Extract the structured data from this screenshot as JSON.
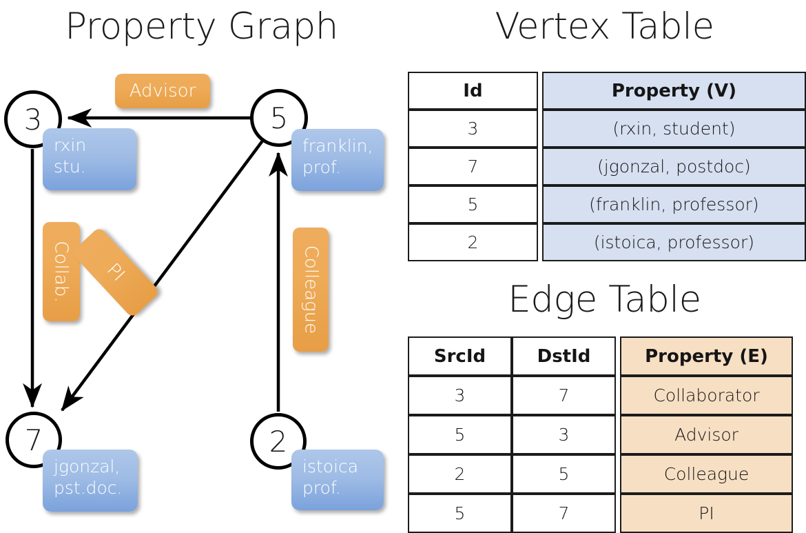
{
  "titles": {
    "property_graph": "Property Graph",
    "vertex_table": "Vertex Table",
    "edge_table": "Edge Table"
  },
  "graph": {
    "nodes": [
      {
        "id": "3",
        "property_label": "rxin\nstu."
      },
      {
        "id": "5",
        "property_label": "franklin,\nprof."
      },
      {
        "id": "7",
        "property_label": "jgonzal,\npst.doc."
      },
      {
        "id": "2",
        "property_label": "istoica\nprof."
      }
    ],
    "edge_labels": [
      {
        "name": "advisor",
        "text": "Advisor",
        "from": "5",
        "to": "3"
      },
      {
        "name": "collab",
        "text": "Collab.",
        "from": "3",
        "to": "7"
      },
      {
        "name": "pi",
        "text": "PI",
        "from": "5",
        "to": "7"
      },
      {
        "name": "colleague",
        "text": "Colleague",
        "from": "2",
        "to": "5"
      }
    ]
  },
  "vertex_table": {
    "headers": [
      "Id",
      "Property (V)"
    ],
    "rows": [
      [
        "3",
        "(rxin, student)"
      ],
      [
        "7",
        "(jgonzal, postdoc)"
      ],
      [
        "5",
        "(franklin, professor)"
      ],
      [
        "2",
        "(istoica, professor)"
      ]
    ]
  },
  "edge_table": {
    "headers": [
      "SrcId",
      "DstId",
      "Property (E)"
    ],
    "rows": [
      [
        "3",
        "7",
        "Collaborator"
      ],
      [
        "5",
        "3",
        "Advisor"
      ],
      [
        "2",
        "5",
        "Colleague"
      ],
      [
        "5",
        "7",
        "PI"
      ]
    ]
  },
  "colors": {
    "vertex_property_fill": "#d6e0f1",
    "edge_property_fill": "#f7dfc4",
    "node_property_box": "#8fb2e3",
    "edge_label_box": "#eeab58",
    "stroke": "#000000"
  },
  "chart_data": {
    "type": "diagram",
    "title": "Property Graph",
    "nodes": [
      {
        "id": "3",
        "name": "rxin",
        "role": "student"
      },
      {
        "id": "7",
        "name": "jgonzal",
        "role": "postdoc"
      },
      {
        "id": "5",
        "name": "franklin",
        "role": "professor"
      },
      {
        "id": "2",
        "name": "istoica",
        "role": "professor"
      }
    ],
    "edges": [
      {
        "src": "3",
        "dst": "7",
        "label": "Collaborator"
      },
      {
        "src": "5",
        "dst": "3",
        "label": "Advisor"
      },
      {
        "src": "2",
        "dst": "5",
        "label": "Colleague"
      },
      {
        "src": "5",
        "dst": "7",
        "label": "PI"
      }
    ]
  }
}
